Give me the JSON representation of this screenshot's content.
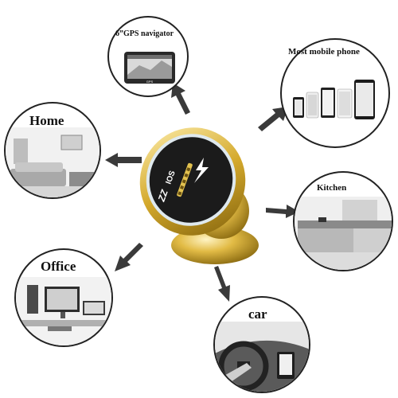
{
  "labels": {
    "gps": "6”GPS navigator",
    "phone": "Most mobile phone",
    "home": "Home",
    "kitchen": "Kitchen",
    "office": "Office",
    "car": "car"
  },
  "device": {
    "brand": "ZZ",
    "model": "IOS"
  },
  "gps_screen_text": "GPS",
  "colors": {
    "gold": "#d9b23a",
    "gold_dark": "#9c7a17",
    "face": "#1b1b1b",
    "ring": "#dfe9ee",
    "arrow": "#3a3a3a"
  }
}
